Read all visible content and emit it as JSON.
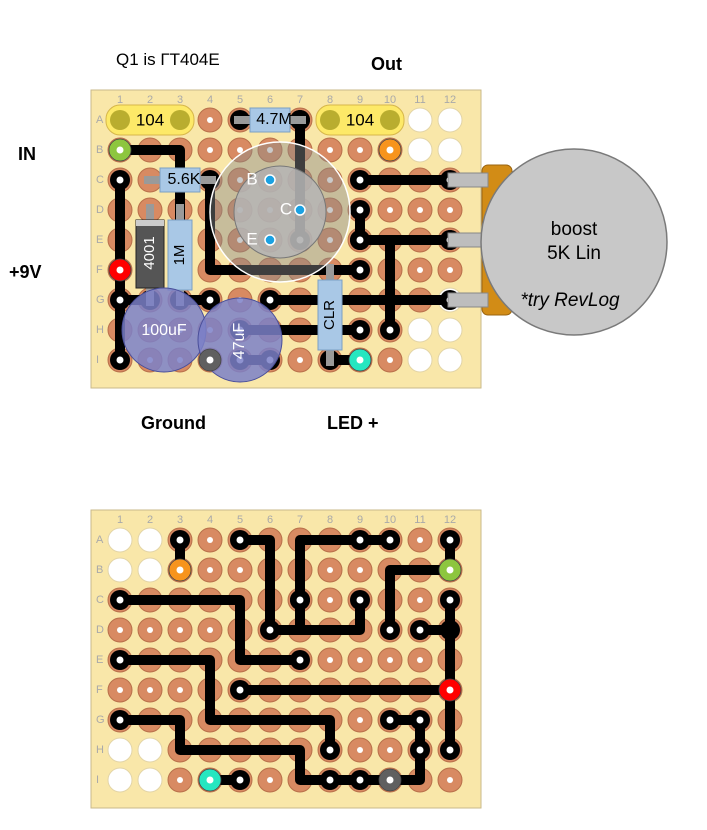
{
  "labels": {
    "q1": "Q1 is ГТ404Е",
    "out": "Out",
    "in": "IN",
    "v9": "+9V",
    "ground": "Ground",
    "led": "LED +"
  },
  "board": {
    "columns": [
      "1",
      "2",
      "3",
      "4",
      "5",
      "6",
      "7",
      "8",
      "9",
      "10",
      "11",
      "12"
    ],
    "rows": [
      "A",
      "B",
      "C",
      "D",
      "E",
      "F",
      "G",
      "H",
      "I"
    ]
  },
  "components": {
    "cap_in": "104",
    "cap_out": "104",
    "res_4m7": "4.7M",
    "res_5k6": "5.6K",
    "diode": "4001",
    "res_1m": "1M",
    "res_clr": "CLR",
    "cap_100uf": "100uF",
    "cap_47uf": "47uF",
    "transistor_b": "B",
    "transistor_c": "C",
    "transistor_e": "E"
  },
  "pot": {
    "line1": "boost",
    "line2": "5K Lin",
    "line3": "*try RevLog"
  },
  "colors": {
    "board": "#f9e7a9",
    "pad": "#d88a62",
    "track": "#000000",
    "resistor": "#a9c8e6",
    "cap_film": "#fde968",
    "electrolytic": "#7b80c8",
    "pot": "#c8c8c8",
    "pot_body": "#d28c16",
    "in_marker": "#8dc63f",
    "out_marker": "#f7941d",
    "v9_marker": "#ff0000",
    "ground_marker": "#606060",
    "led_marker": "#25e6c0"
  }
}
